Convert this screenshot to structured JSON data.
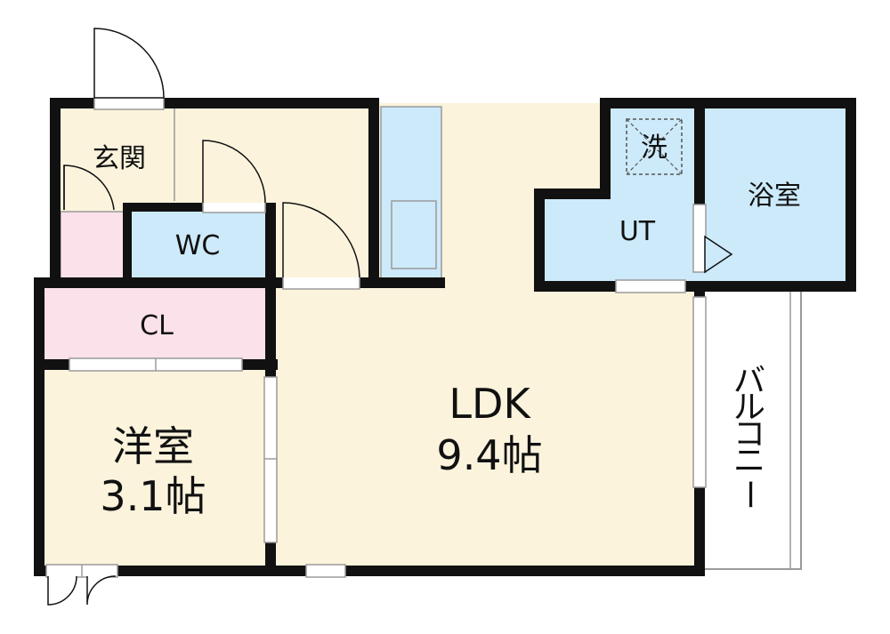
{
  "rooms": {
    "genkan": "玄関",
    "wc": "WC",
    "cl": "CL",
    "washer": "洗",
    "ut": "UT",
    "bath": "浴室",
    "ldk_name": "LDK",
    "ldk_size": "9.4帖",
    "western_name": "洋室",
    "western_size": "3.1帖",
    "balcony": [
      "バ",
      "ル",
      "コ",
      "ニ",
      "ー"
    ]
  },
  "colors": {
    "wall": "#111111",
    "floor_wood": "#fbf3dc",
    "wet_area": "#cdeafa",
    "closet": "#fae1ea",
    "outline": "#9a9a9a"
  }
}
